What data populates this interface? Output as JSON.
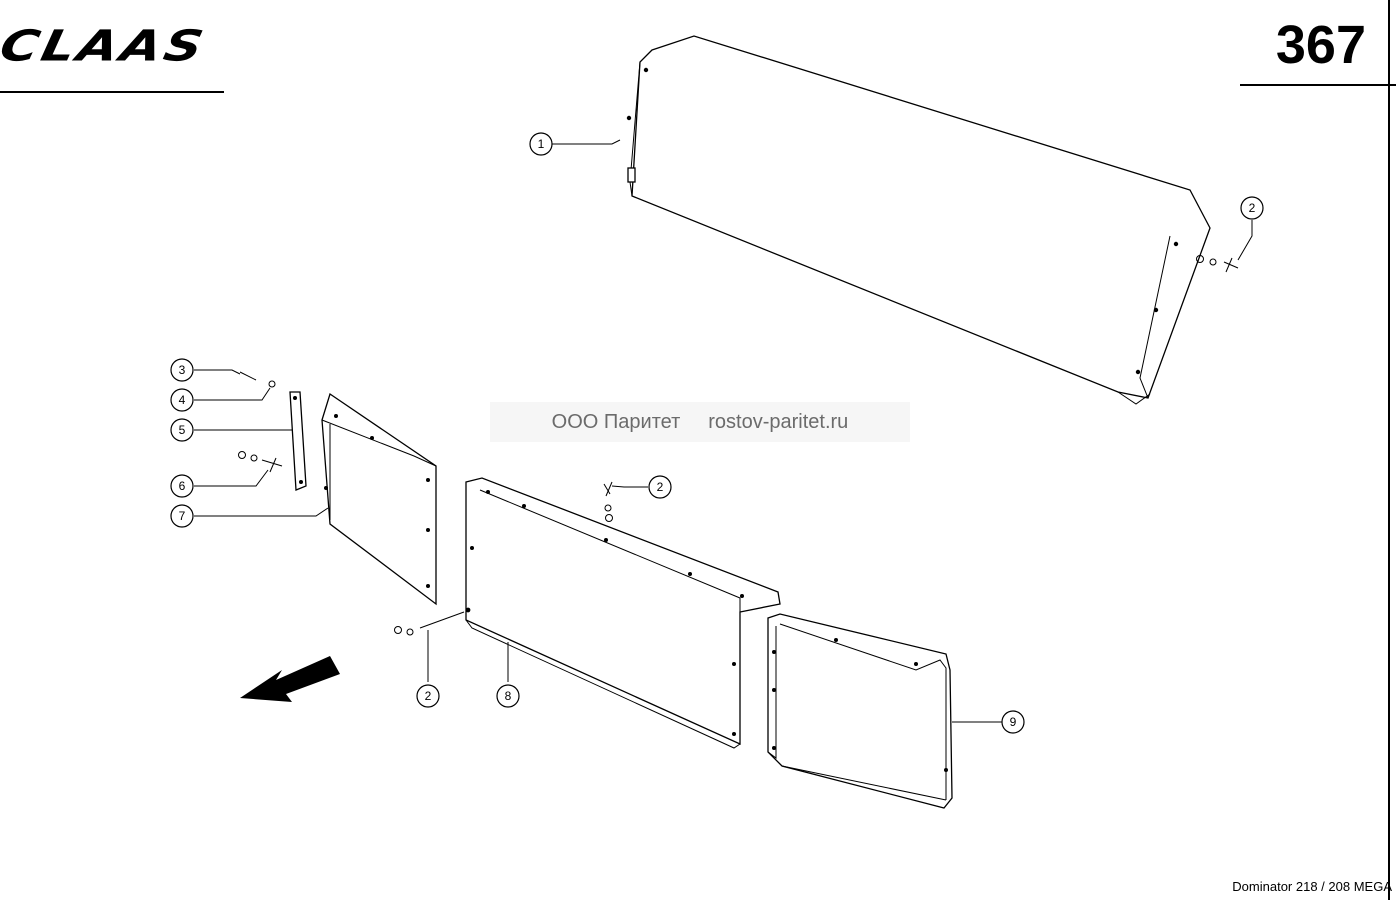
{
  "header": {
    "brand": "CLAAS",
    "page_number": "367"
  },
  "watermark": {
    "company": "ООО Паритет",
    "site": "rostov-paritet.ru"
  },
  "footer": {
    "model": "Dominator 218 / 208 MEGA"
  },
  "callouts": [
    {
      "id": "c1",
      "label": "1"
    },
    {
      "id": "c2a",
      "label": "2"
    },
    {
      "id": "c2b",
      "label": "2"
    },
    {
      "id": "c2c",
      "label": "2"
    },
    {
      "id": "c3",
      "label": "3"
    },
    {
      "id": "c4",
      "label": "4"
    },
    {
      "id": "c5",
      "label": "5"
    },
    {
      "id": "c6",
      "label": "6"
    },
    {
      "id": "c7",
      "label": "7"
    },
    {
      "id": "c8",
      "label": "8"
    },
    {
      "id": "c9",
      "label": "9"
    }
  ]
}
